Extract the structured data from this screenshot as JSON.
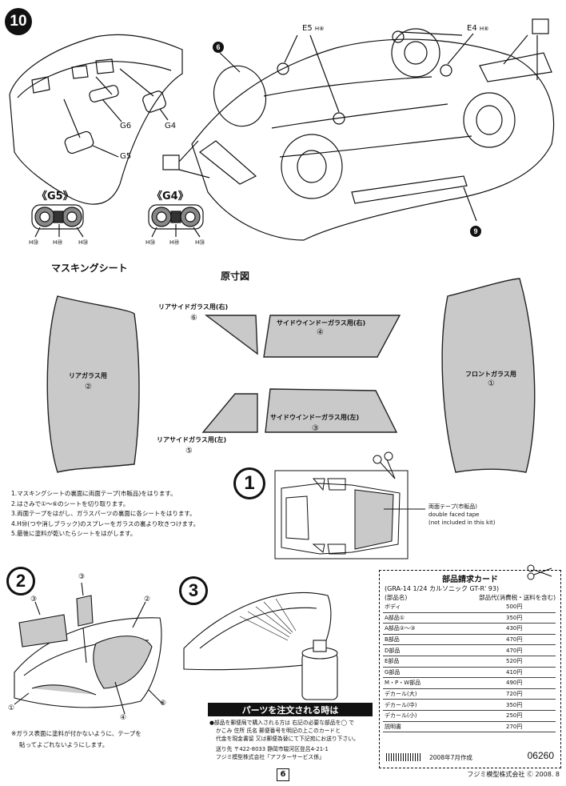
{
  "steps": {
    "s10": "10",
    "s1": "1",
    "s2": "2",
    "s3": "3"
  },
  "top": {
    "part_g6": "G6",
    "part_g4": "G4",
    "part_g5": "G5",
    "group_g5": "《G5》",
    "group_g4": "《G4》",
    "h50": "H㊿",
    "h52": "H㊾",
    "callout_e5": "E5",
    "callout_e4": "E4",
    "callout_h8": "H⑧",
    "num_6": "6",
    "num_9": "9"
  },
  "masking": {
    "title": "マスキングシート",
    "scale_title": "原寸図",
    "rear_glass": "リアガラス用",
    "rear_glass_num": "②",
    "front_glass": "フロントガラス用",
    "front_glass_num": "①",
    "rear_side_right": "リアサイドガラス用(右)",
    "rear_side_right_num": "⑥",
    "side_window_right": "サイドウインドーガラス用(右)",
    "side_window_right_num": "④",
    "side_window_left": "サイドウインドーガラス用(左)",
    "side_window_left_num": "③",
    "rear_side_left": "リアサイドガラス用(左)",
    "rear_side_left_num": "⑤"
  },
  "instructions": [
    "1.マスキングシートの裏面に両面テープ(市販品)をはります。",
    "2.はさみで①～⑥のシートを切り取ります。",
    "3.両面テープをはがし、ガラスパーツの裏面に各シートをはります。",
    "4.H㊿(つや消しブラック)のスプレーをガラスの裏より吹きつけます。",
    "5.最後に塗料が乾いたらシートをはがします。"
  ],
  "tape": {
    "jp": "両面テープ(市販品)",
    "en1": "double faced tape",
    "en2": "(not included in this kit)"
  },
  "step2": {
    "n3a": "③",
    "n3b": "③",
    "n2": "②",
    "n1": "①",
    "n4": "④",
    "n6": "⑥",
    "note1": "※ガラス表面に塗料が付かないように、テープを",
    "note2": "貼ってよごれないようにします。"
  },
  "card": {
    "title": "部品請求カード",
    "subtitle": "(GRA-14 1/24 カルソニック GT-R' 93)",
    "col_name": "(部品名)",
    "col_price": "部品代(消費税・送料を含む)",
    "rows": [
      {
        "name": "ボディ",
        "price": "500円"
      },
      {
        "name": "A部品①",
        "price": "350円"
      },
      {
        "name": "A部品②～③",
        "price": "430円"
      },
      {
        "name": "B部品",
        "price": "470円"
      },
      {
        "name": "D部品",
        "price": "470円"
      },
      {
        "name": "E部品",
        "price": "520円"
      },
      {
        "name": "G部品",
        "price": "410円"
      },
      {
        "name": "M・P・W部品",
        "price": "490円"
      },
      {
        "name": "デカール(大)",
        "price": "720円"
      },
      {
        "name": "デカール(中)",
        "price": "350円"
      },
      {
        "name": "デカール(小)",
        "price": "250円"
      },
      {
        "name": "説明書",
        "price": "270円"
      }
    ],
    "date": "2008年7月作成",
    "code": "06260"
  },
  "order": {
    "banner": "パーツを注文される時は",
    "line1": "●部品を郵便局で購入される方は 右記の必要な部品を◯ で",
    "line2": "かこみ 住所 氏名 郵便番号を明記の上このカードと",
    "line3": "代金を現金書留 又は郵便為替にて下記宛にお送り下さい。",
    "line4": "送り先 〒422-8033 静岡市駿河区登呂4-21-1",
    "line5": "フジミ模型株式会社「アフターサービス係」"
  },
  "footer": {
    "page": "6",
    "copyright": "フジミ模型株式会社 Ⓒ 2008. 8"
  }
}
